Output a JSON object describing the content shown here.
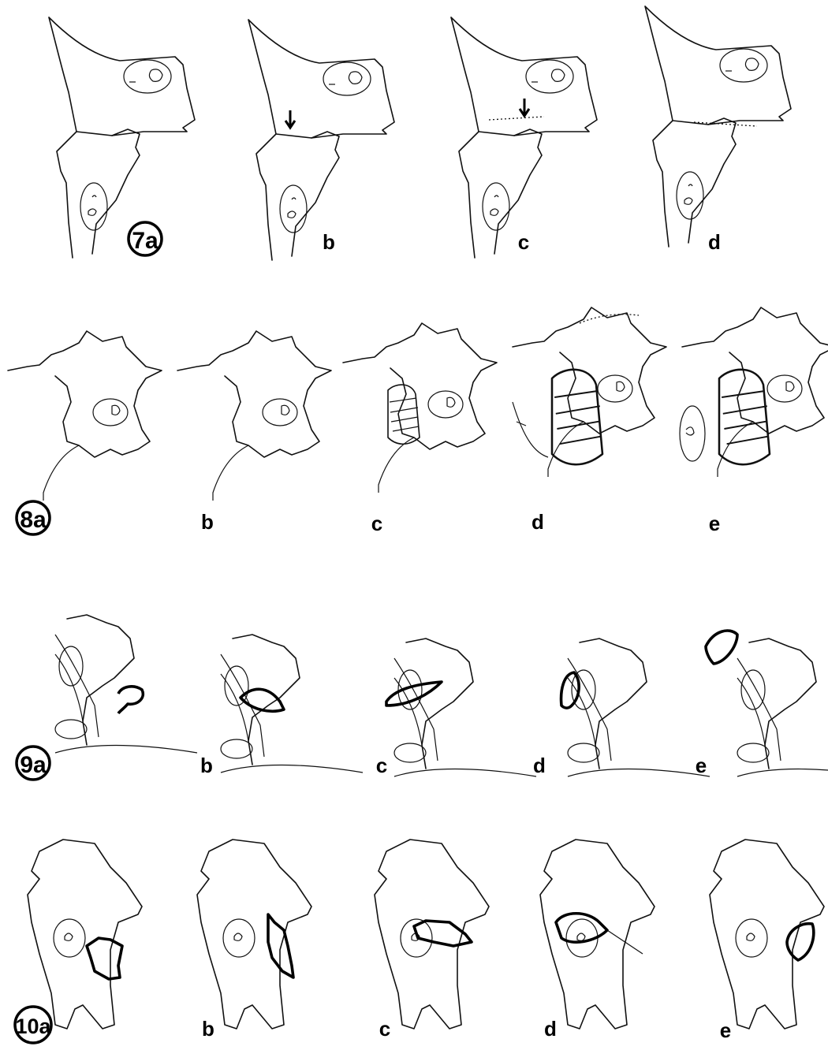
{
  "figures": [
    {
      "number": "7",
      "panels": [
        "a",
        "b",
        "c",
        "d"
      ]
    },
    {
      "number": "8",
      "panels": [
        "a",
        "b",
        "c",
        "d",
        "e"
      ]
    },
    {
      "number": "9",
      "panels": [
        "a",
        "b",
        "c",
        "d",
        "e"
      ]
    },
    {
      "number": "10",
      "panels": [
        "a",
        "b",
        "c",
        "d",
        "e"
      ]
    }
  ]
}
